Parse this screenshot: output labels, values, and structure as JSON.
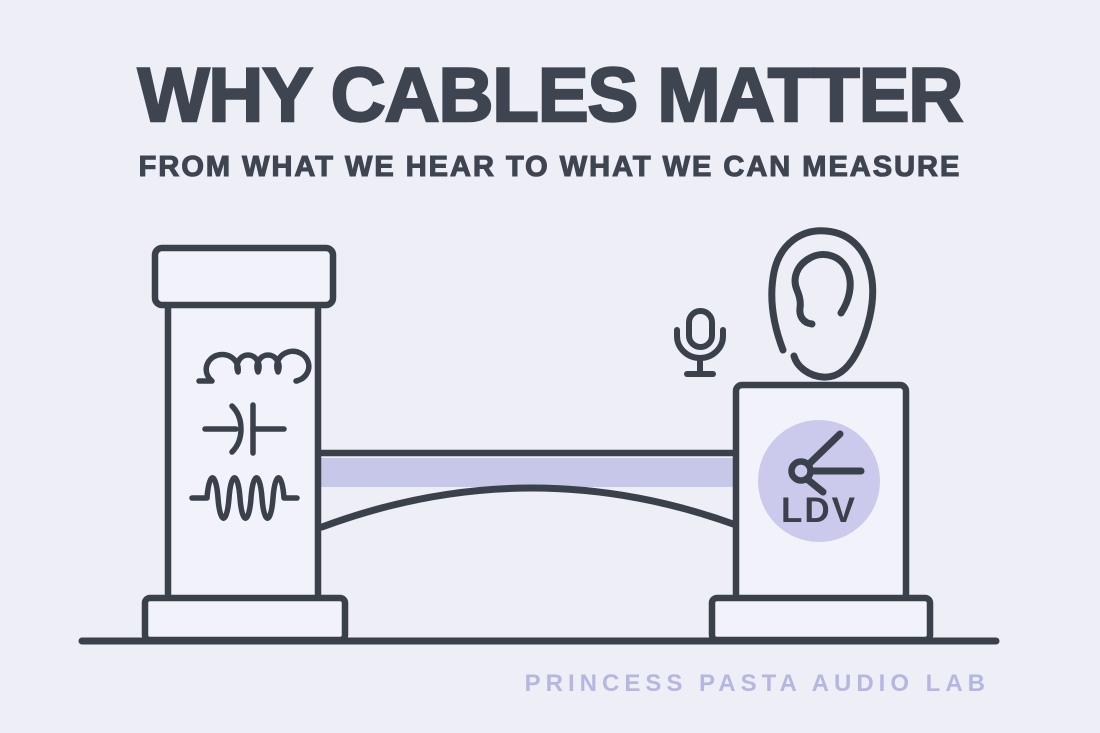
{
  "header": {
    "title": "WHY CABLES MATTER",
    "subtitle": "FROM WHAT WE HEAR TO WHAT WE CAN MEASURE"
  },
  "illustration": {
    "left_pillar": {
      "symbols": [
        "inductor",
        "capacitor",
        "sine-wave"
      ]
    },
    "cable": {
      "parts": [
        "straight-cable",
        "signal-band",
        "sagging-arch"
      ]
    },
    "right_pillar": {
      "badge_label": "LDV",
      "badge_icon": "laser-vibrometer-icon"
    },
    "top_icons": [
      "microphone-icon",
      "ear-icon"
    ]
  },
  "footer": {
    "brand": "PRINCESS PASTA AUDIO LAB"
  },
  "colors": {
    "background": "#edeef6",
    "ink": "#3a414b",
    "title_ink": "#3e4550",
    "accent_band": "#c7c7e9",
    "badge_circle": "#cbcaed",
    "footer_text": "#b5b7e0"
  }
}
